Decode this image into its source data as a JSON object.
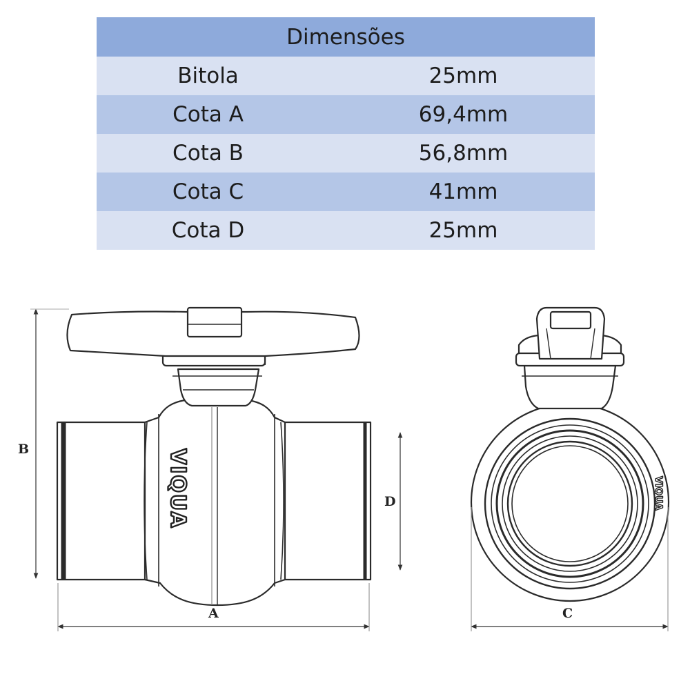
{
  "table": {
    "header": "Dimensões",
    "rows": [
      {
        "label": "Bitola",
        "value": "25mm"
      },
      {
        "label": "Cota A",
        "value": "69,4mm"
      },
      {
        "label": "Cota B",
        "value": "56,8mm"
      },
      {
        "label": "Cota C",
        "value": "41mm"
      },
      {
        "label": "Cota D",
        "value": "25mm"
      }
    ]
  },
  "drawing": {
    "brand": "VIQUA",
    "labels": {
      "a": "A",
      "b": "B",
      "c": "C",
      "d": "D"
    }
  },
  "colors": {
    "header": "#8eaadb",
    "row_light": "#d9e1f2",
    "row_dark": "#b4c6e7"
  }
}
